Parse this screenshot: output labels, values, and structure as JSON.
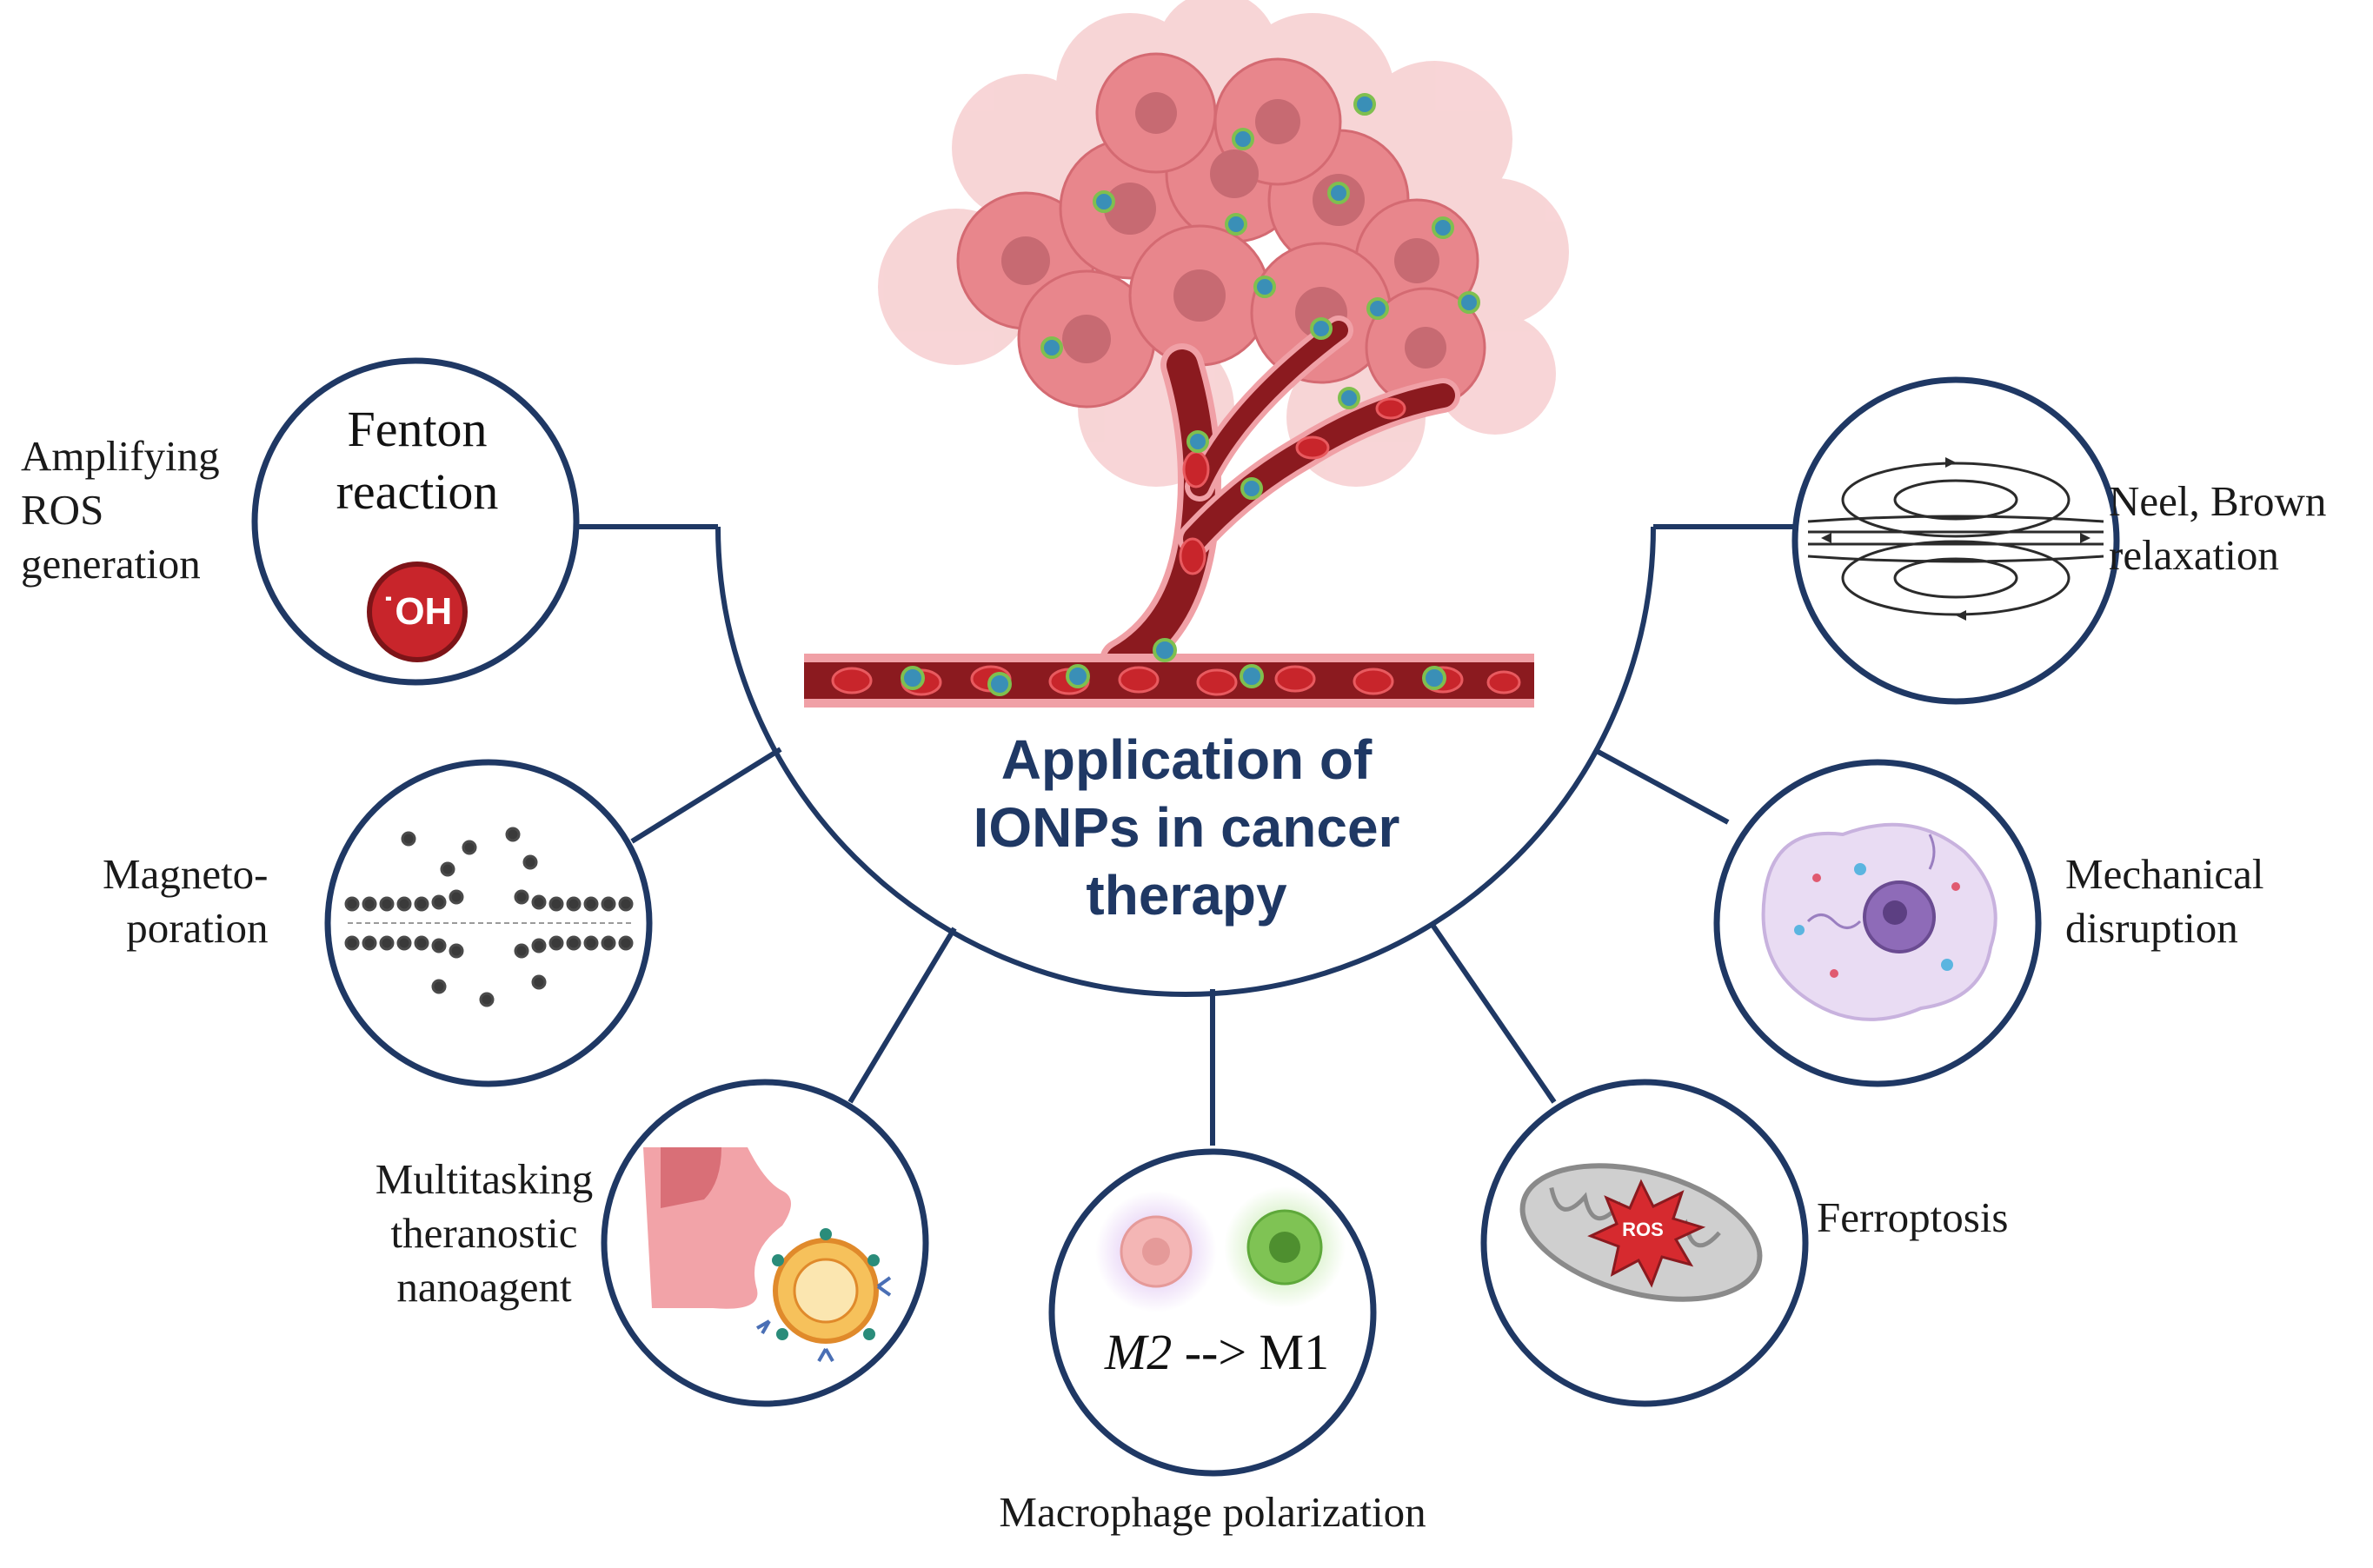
{
  "title_lines": [
    "Application of",
    "IONPs in cancer",
    "therapy"
  ],
  "labels": {
    "ros": [
      "Amplifying",
      "ROS",
      "generation"
    ],
    "magneto": [
      "Magneto-",
      "poration"
    ],
    "theranostic": [
      "Multitasking",
      "theranostic",
      "nanoagent"
    ],
    "macrophage": "Macrophage polarization",
    "ferroptosis": "Ferroptosis",
    "mechanical": [
      "Mechanical",
      "disruption"
    ],
    "relaxation": [
      "Neel, Brown",
      "relaxation"
    ]
  },
  "circle_text": {
    "fenton": [
      "Fenton",
      "reaction"
    ],
    "hydroxyl": "˙OH",
    "ros_badge": "ROS",
    "m2": "M2",
    "arrow": "-->",
    "m1": "M1"
  },
  "colors": {
    "navy": "#1f3864",
    "tumor": "#e8868c",
    "vessel": "#8b1a1f",
    "blood_cell": "#c8252b",
    "nanoparticle": "#3a8fb7"
  }
}
